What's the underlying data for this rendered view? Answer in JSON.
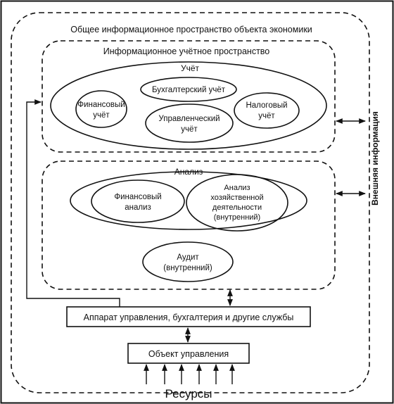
{
  "outer_title": "Общее информационное пространство объекта экономики",
  "accounting_space": {
    "title": "Информационное учётное пространство",
    "accounting": {
      "title": "Учёт",
      "financial": [
        "Финансовый",
        "учёт"
      ],
      "bookkeeping": "Бухгалтерский учёт",
      "managerial": [
        "Управленческий",
        "учёт"
      ],
      "tax": [
        "Налоговый",
        "учёт"
      ]
    }
  },
  "analysis_space": {
    "title": "Анализ",
    "financial_analysis": [
      "Финансовый",
      "анализ"
    ],
    "business_analysis": [
      "Анализ",
      "хозяйственной",
      "деятельности",
      "(внутренний)"
    ],
    "audit": [
      "Аудит",
      "(внутренний)"
    ]
  },
  "external_info": "Внешняя информация",
  "management_apparatus": "Аппарат управления, бухгалтерия и другие службы",
  "managed_object": "Объект управления",
  "resources": "Ресурсы"
}
